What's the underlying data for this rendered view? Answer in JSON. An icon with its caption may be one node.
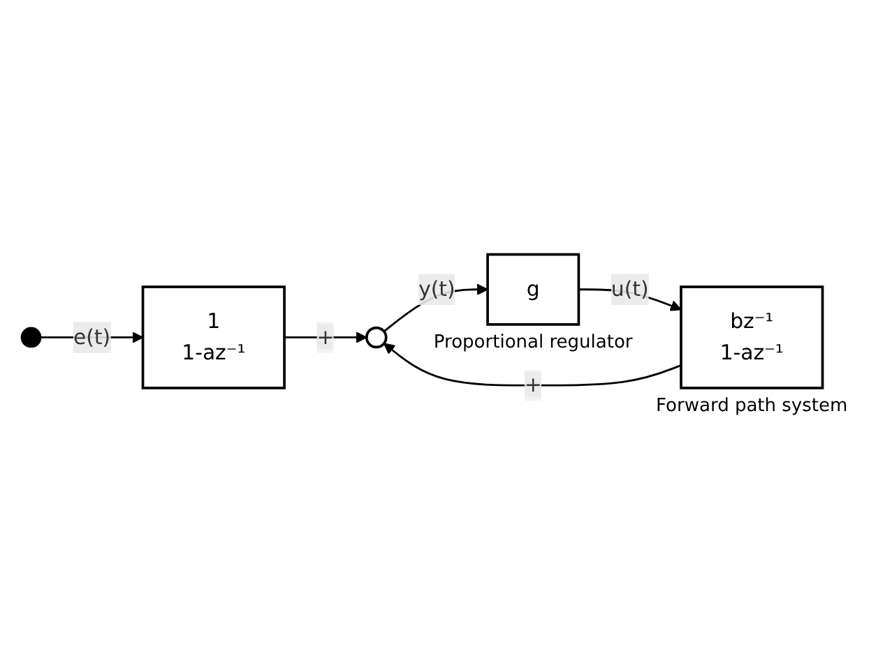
{
  "diagram": {
    "nodes": [
      {
        "text": [],
        "shape": "circle"
      },
      {
        "text": [
          "1",
          "1-az⁻¹"
        ]
      },
      {
        "text": [
          "bz⁻¹",
          "1-az⁻¹"
        ],
        "beside": [
          "Forward path system"
        ]
      },
      {
        "text": [],
        "shape": "circle"
      },
      {
        "text": [
          "g"
        ],
        "beside": [
          "Proportional regulator"
        ]
      }
    ],
    "edges": [
      {
        "from": 0,
        "to": 1,
        "arrow": "to",
        "label": "e(t)"
      },
      {
        "from": 1,
        "to": 3,
        "arrow": "to",
        "label": "+"
      },
      {
        "from": 2,
        "to": 3,
        "arrow": "to",
        "label": "+"
      },
      {
        "from": 3,
        "to": 4,
        "arrow": "to",
        "label": "y(t)"
      },
      {
        "from": 4,
        "to": 2,
        "arrow": "to",
        "label": "u(t)"
      }
    ]
  }
}
